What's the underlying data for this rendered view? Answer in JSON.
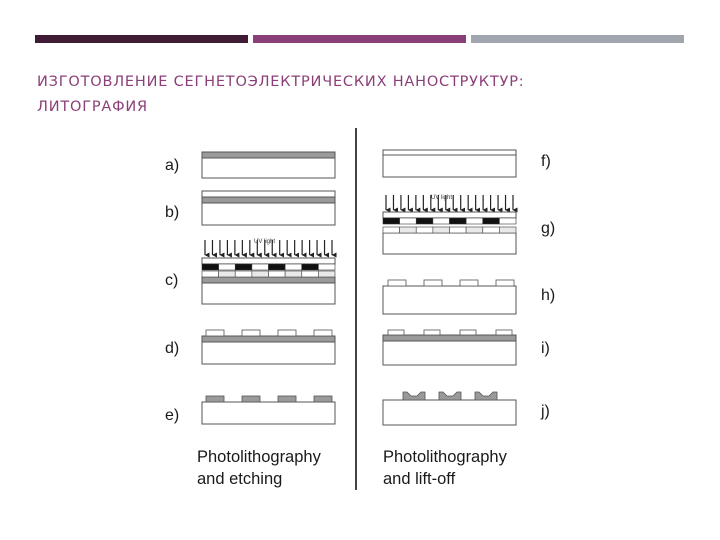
{
  "slide": {
    "title_line1": "ИЗГОТОВЛЕНИЕ СЕГНЕТОЭЛЕКТРИЧЕСКИХ НАНОСТРУКТУР:",
    "title_line2": "ЛИТОГРАФИЯ"
  },
  "diagram": {
    "left_steps": [
      "a)",
      "b)",
      "c)",
      "d)",
      "e)"
    ],
    "right_steps": [
      "f)",
      "g)",
      "h)",
      "i)",
      "j)"
    ],
    "uv_label": "UV light",
    "left_caption_line1": "Photolithography",
    "left_caption_line2": "and etching",
    "right_caption_line1": "Photolithography",
    "right_caption_line2": "and lift-off"
  },
  "colors": {
    "bar_dark": "#3f1b34",
    "bar_accent": "#8b3f78",
    "bar_grey": "#a2a6af",
    "title": "#8b3f78"
  }
}
